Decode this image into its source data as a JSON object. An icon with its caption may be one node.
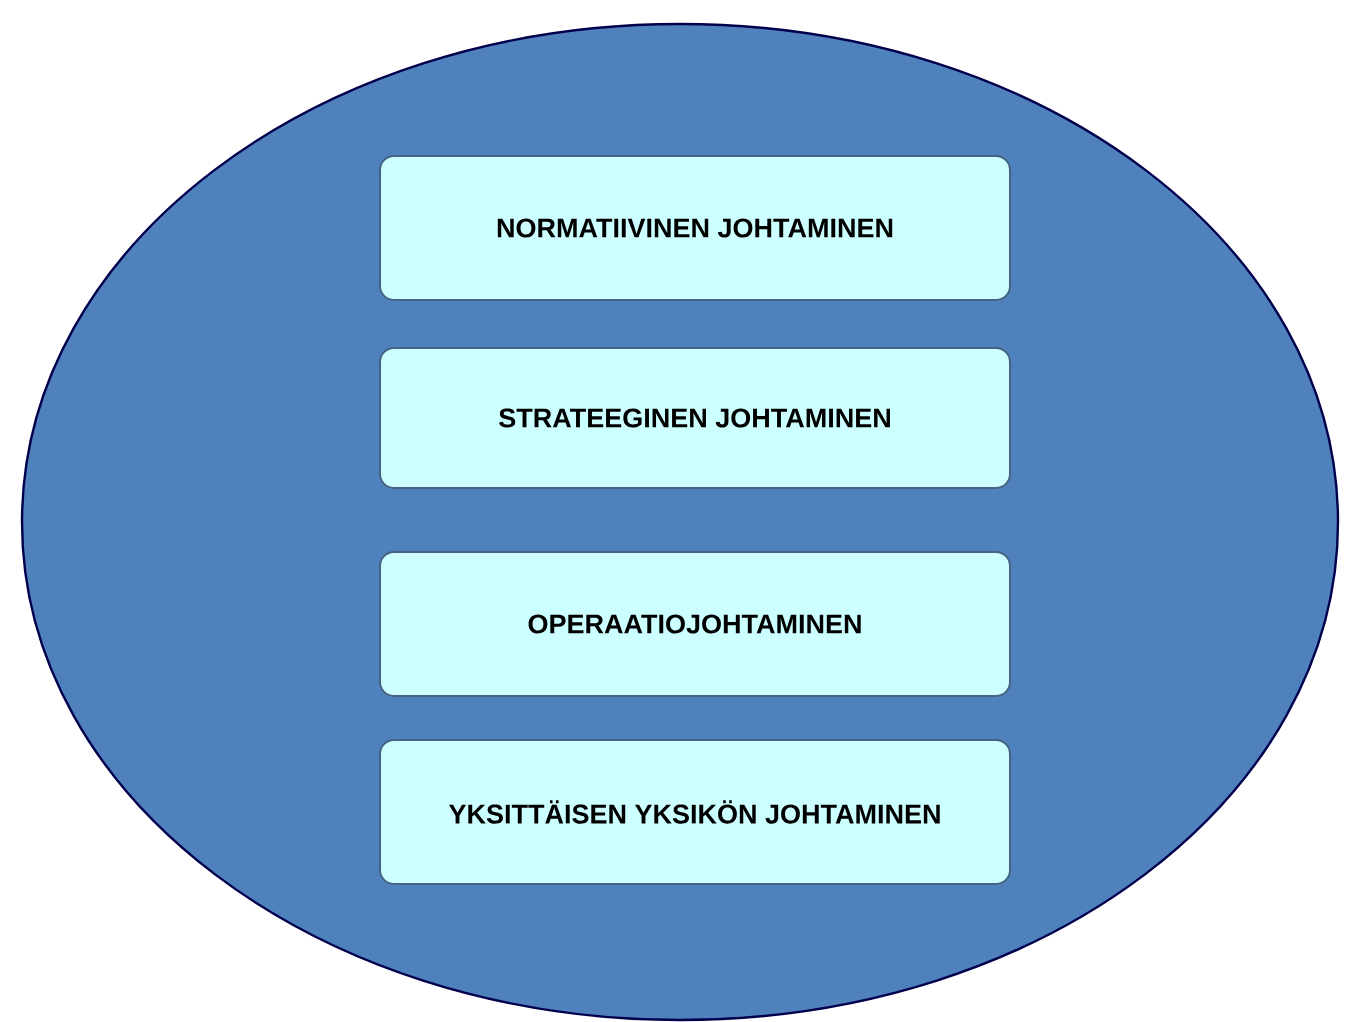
{
  "diagram": {
    "nodes": [
      {
        "text": [],
        "shape": "ellipse"
      },
      {
        "text": [
          "NORMATIIVINEN JOHTAMINEN"
        ],
        "in": 0
      },
      {
        "text": [
          "STRATEEGINEN JOHTAMINEN"
        ],
        "in": 0
      },
      {
        "text": [
          "OPERAATIOJOHTAMINEN"
        ],
        "in": 0
      },
      {
        "text": [
          "YKSITTÄISEN YKSIKÖN JOHTAMINEN"
        ],
        "in": 0
      }
    ]
  }
}
